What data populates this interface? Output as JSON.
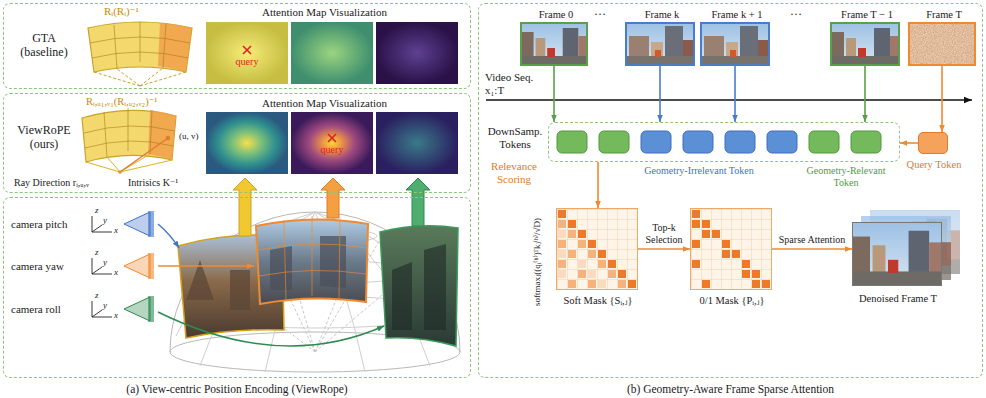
{
  "diagram": {
    "nodes": [
      {
        "text": [
          "GTA (baseline)"
        ]
      },
      {
        "text": [
          "ViewRoPE (ours)"
        ]
      },
      {
        "text": [
          "camera pitch",
          "camera yaw",
          "camera roll"
        ]
      },
      {
        "text": [
          "Video Seq. x₁:T"
        ]
      },
      {
        "text": [
          "Frame 0"
        ],
        "in": 3
      },
      {
        "text": [
          "Frame k"
        ],
        "in": 3
      },
      {
        "text": [
          "Frame k + 1"
        ],
        "in": 3
      },
      {
        "text": [
          "Frame T − 1"
        ],
        "in": 3
      },
      {
        "text": [
          "Frame T"
        ],
        "in": 3
      },
      {
        "text": [
          "DownSamp. Tokens",
          "Geometry-Irrelevant Token",
          "Geometry-Relevant Token"
        ],
        "in": 3
      },
      {
        "text": [
          "Query Token"
        ],
        "in": 3
      },
      {
        "text": [
          "Soft Mask {Sᵢ,ⱼ}"
        ],
        "in": 3
      },
      {
        "text": [
          "0/1 Mask {Pᵢ,ⱼ}"
        ],
        "in": 3
      },
      {
        "text": [
          "Denoised Frame T"
        ],
        "in": 3
      }
    ],
    "edges": [
      {
        "from": 4,
        "to": 9,
        "arrow": "to"
      },
      {
        "from": 5,
        "to": 9,
        "arrow": "to"
      },
      {
        "from": 6,
        "to": 9,
        "arrow": "to"
      },
      {
        "from": 7,
        "to": 9,
        "arrow": "to"
      },
      {
        "from": 8,
        "to": 10,
        "arrow": "to"
      },
      {
        "from": 10,
        "to": 9,
        "arrow": "to"
      },
      {
        "from": 9,
        "to": 11,
        "arrow": "to"
      },
      {
        "from": 11,
        "to": 12,
        "label": "Top-k Selection",
        "arrow": "to"
      },
      {
        "from": 12,
        "to": 13,
        "label": "Sparse Attention",
        "arrow": "to"
      }
    ],
    "labels": [
      "Rᵢ(Rᵢ)⁻¹",
      "Attention Map Visualization",
      "query",
      "Rᵢ,ᵤ₁,ᵥ₁(Rᵢ,ᵤ₂,ᵥ₂)⁻¹",
      "Attention Map Visualization",
      "query",
      "(u, v)",
      "Ray Direction rᵢ,ᵤ,ᵥ",
      "Intrisics K⁻¹",
      "z",
      "y",
      "x",
      "z",
      "y",
      "x",
      "z",
      "y",
      "x",
      "(a) View-centric Position Encoding (ViewRope)",
      "…",
      "…",
      "Relevance Scoring",
      "softmaxⱼ((qᵢ⁽ʰ⁾)ᵀkⱼ⁽ʰ⁾/√D)",
      "(b) Geometry-Aware Frame Sparse Attention"
    ]
  }
}
